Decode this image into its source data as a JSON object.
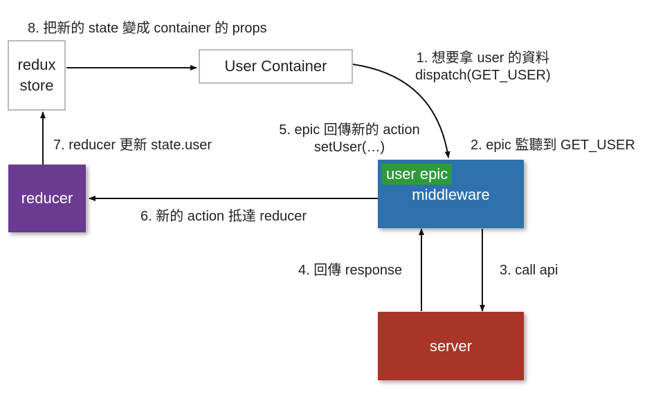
{
  "nodes": {
    "store": {
      "line1": "redux",
      "line2": "store"
    },
    "container": {
      "label": "User Container"
    },
    "middleware": {
      "label": "middleware",
      "badge": "user epic",
      "color": "#2e72ad",
      "badge_color": "#2e9a3c"
    },
    "reducer": {
      "label": "reducer",
      "color": "#6a3b91"
    },
    "server": {
      "label": "server",
      "color": "#a93528"
    }
  },
  "edges": {
    "s1": {
      "line1": "1. 想要拿 user 的資料",
      "line2": "dispatch(GET_USER)"
    },
    "s2": {
      "text": "2. epic 監聽到 GET_USER"
    },
    "s3": {
      "text": "3. call api"
    },
    "s4": {
      "text": "4. 回傳 response"
    },
    "s5": {
      "line1": "5. epic 回傳新的 action",
      "line2": "setUser(…)"
    },
    "s6": {
      "text": "6. 新的 action 抵達 reducer"
    },
    "s7": {
      "text": "7. reducer 更新 state.user"
    },
    "s8": {
      "text": "8. 把新的 state 變成 container 的 props"
    }
  }
}
